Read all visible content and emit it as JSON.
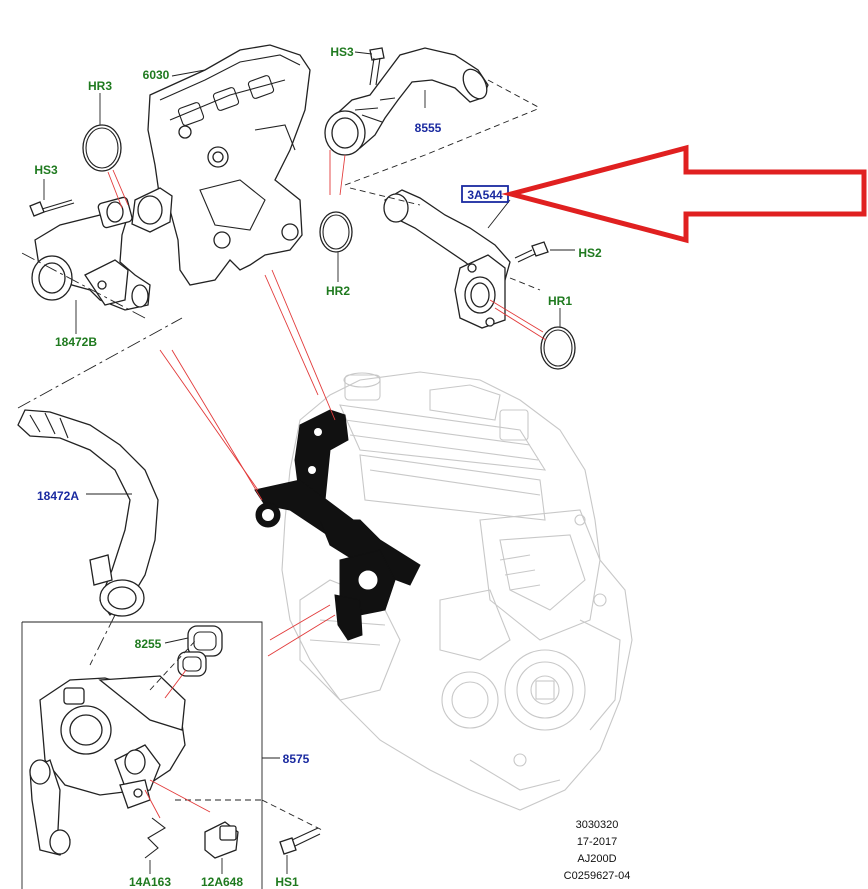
{
  "labels": {
    "hr3": "HR3",
    "hs3_left": "HS3",
    "p6030": "6030",
    "hs3_top": "HS3",
    "p8555": "8555",
    "hr2": "HR2",
    "p3a544": "3A544",
    "hs2": "HS2",
    "hr1": "HR1",
    "p18472b": "18472B",
    "p18472a": "18472A",
    "p8255": "8255",
    "p8575": "8575",
    "p14a163": "14A163",
    "p12a648": "12A648",
    "hs1": "HS1"
  },
  "reference": {
    "line1": "3030320",
    "line2": "17-2017",
    "line3": "AJ200D",
    "line4": "C0259627-04"
  },
  "colors": {
    "label_green": "#1f7a1f",
    "label_blue": "#1a2aa0",
    "highlight_arrow": "#e02020",
    "highlight_box": "#1a2aa0"
  }
}
